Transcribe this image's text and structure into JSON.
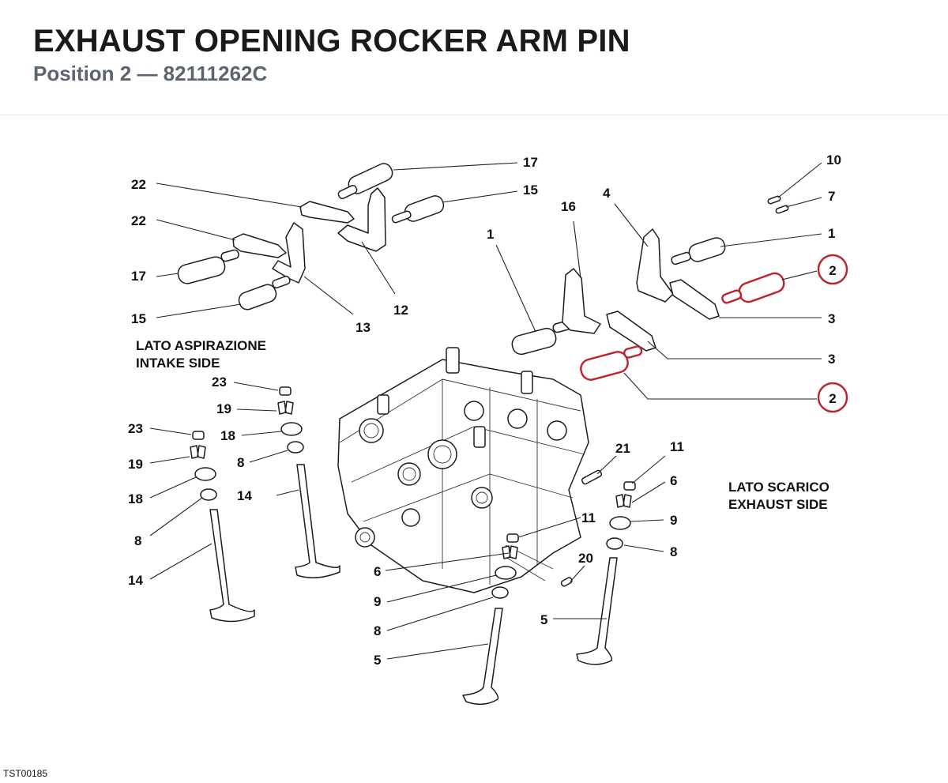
{
  "header": {
    "title": "EXHAUST OPENING ROCKER ARM PIN",
    "subtitle": "Position 2 — 82111262C"
  },
  "side_labels": {
    "intake_it": "LATO ASPIRAZIONE",
    "intake_en": "INTAKE SIDE",
    "exhaust_it": "LATO SCARICO",
    "exhaust_en": "EXHAUST SIDE"
  },
  "callouts": {
    "c17a": "17",
    "c15a": "15",
    "c22a": "22",
    "c22b": "22",
    "c17b": "17",
    "c15b": "15",
    "c13": "13",
    "c12": "12",
    "c1a": "1",
    "c16": "16",
    "c4": "4",
    "c10": "10",
    "c7": "7",
    "c1b": "1",
    "c2a": "2",
    "c3a": "3",
    "c3b": "3",
    "c2b": "2",
    "c23a": "23",
    "c19a": "19",
    "c18a": "18",
    "c8a": "8",
    "c14a": "14",
    "c23b": "23",
    "c19b": "19",
    "c18b": "18",
    "c8b": "8",
    "c14b": "14",
    "c21": "21",
    "c11a": "11",
    "c6a": "6",
    "c9a": "9",
    "c8c": "8",
    "c5a": "5",
    "c11b": "11",
    "c6b": "6",
    "c20": "20",
    "c9b": "9",
    "c8d": "8",
    "c5b": "5"
  },
  "highlight_color": "#c0202a",
  "footer": {
    "figure_code": "TST00185"
  }
}
